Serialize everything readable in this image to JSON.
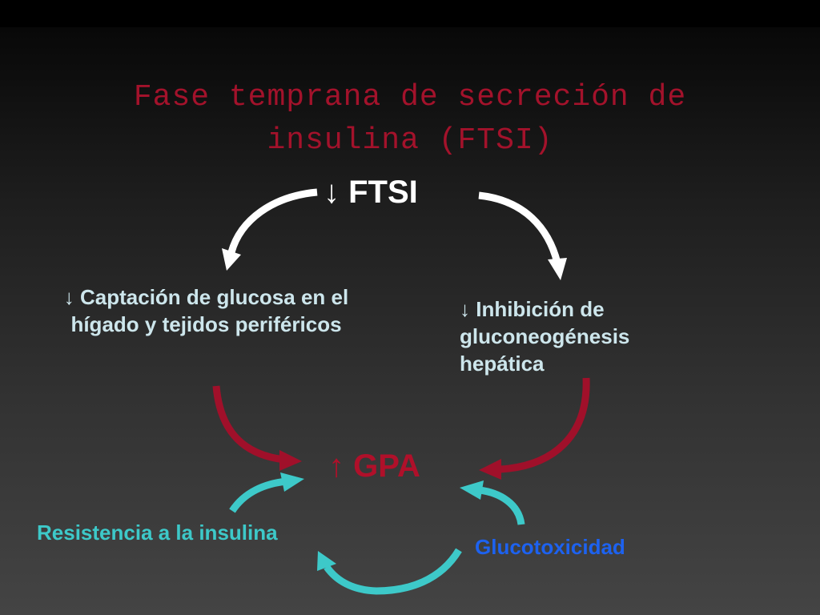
{
  "title": "Fase temprana  de secreción de\ninsulina (FTSI)",
  "nodes": {
    "ftsi": "↓ FTSI",
    "captacion": "↓ Captación de glucosa en el hígado y tejidos periféricos",
    "inhibicion": "↓ Inhibición de gluconeogénesis hepática",
    "gpa": "↑ GPA",
    "resistencia": "Resistencia a la insulina",
    "glucotoxicidad": "Glucotoxicidad"
  },
  "colors": {
    "title": "#a3122b",
    "ftsi": "#ffffff",
    "gpa": "#b0102a",
    "effects_text": "#cde6ec",
    "resistencia": "#3dc9c9",
    "glucotoxicidad": "#1d62f0",
    "arrow_white": "#ffffff",
    "arrow_red": "#a0102a",
    "arrow_teal": "#3dc9c9"
  }
}
